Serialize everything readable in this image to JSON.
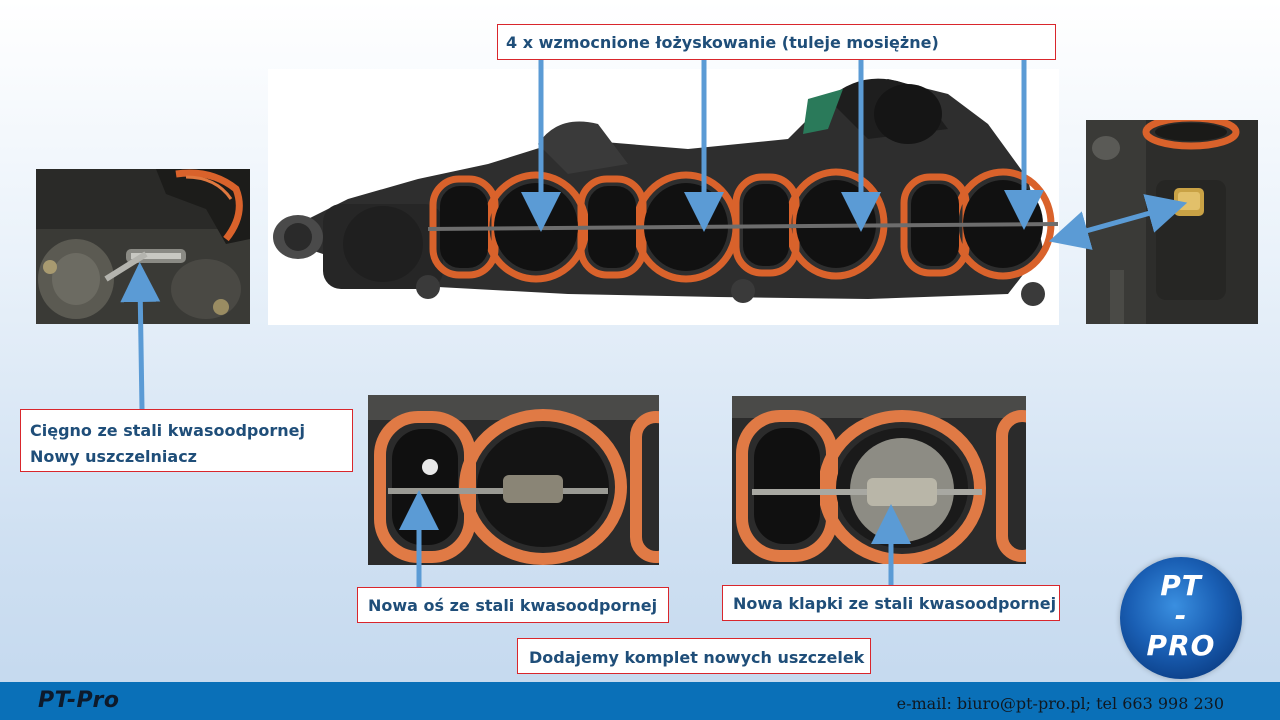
{
  "labels": {
    "bearings": "4 x wzmocnione  łożyskowanie  (tuleje mosiężne)",
    "rod_line1": "Cięgno ze stali kwasoodpornej",
    "rod_line2": "Nowy uszczelniacz",
    "shaft": "Nowa oś ze stali kwasoodpornej",
    "flaps": "Nowa klapki ze stali kwasoodpornej",
    "gaskets": "Dodajemy komplet nowych uszczelek"
  },
  "footer": {
    "brand": "PT-Pro",
    "contact": "e-mail: biuro@pt-pro.pl; tel  663 998 230"
  },
  "logo": {
    "line1": "PT",
    "line2": "-",
    "line3": "PRO"
  },
  "colors": {
    "label_border": "#d9262c",
    "label_text": "#1f4e79",
    "arrow": "#5b9bd5",
    "footer_bar": "#0a70b8",
    "gasket_orange": "#d9622b"
  },
  "icons": {
    "photos": [
      "intake-manifold-photo",
      "linkage-closeup-photo",
      "brass-bushing-closeup-photo",
      "shaft-port-photo",
      "flap-port-photo"
    ]
  }
}
